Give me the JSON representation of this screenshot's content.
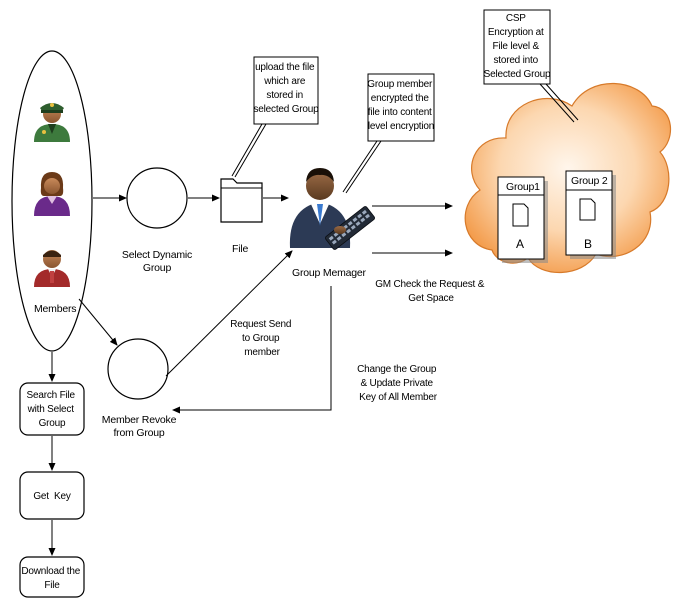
{
  "labels": {
    "members": "Members",
    "select_group": [
      "Select Dynamic",
      "Group"
    ],
    "file": "File",
    "group_manager": "Group Memager",
    "member_revoke": [
      "Member Revoke",
      "from Group"
    ],
    "request_send": [
      "Request Send",
      "to Group",
      "member"
    ],
    "change_group": [
      "Change the Group",
      "& Update Private",
      "Key of All Member"
    ],
    "gm_check": [
      "GM Check the Request &",
      "Get Space"
    ]
  },
  "callouts": {
    "upload": [
      "upload the file",
      "which are",
      "stored in",
      "selected Group"
    ],
    "encrypt": [
      "Group member",
      "encrypted the",
      "file into content",
      "level encryption"
    ],
    "csp": [
      "CSP",
      "Encryption at",
      "File level &",
      "stored into",
      "Selected Group"
    ]
  },
  "cloud": {
    "group1": "Group1",
    "group2": "Group 2",
    "file_a": "A",
    "file_b": "B"
  },
  "flow_steps": [
    [
      "Search File",
      "with Select",
      "Group"
    ],
    [
      "Get  Key"
    ],
    [
      "Download the",
      "File"
    ]
  ],
  "colors": {
    "cloud_center": "#fde8d0",
    "cloud_edge": "#f59a4a",
    "manager_suit": "#2c3a55",
    "member_green": "#3d7a3d",
    "member_purple": "#6a2a8a",
    "member_red": "#a32a2a"
  }
}
